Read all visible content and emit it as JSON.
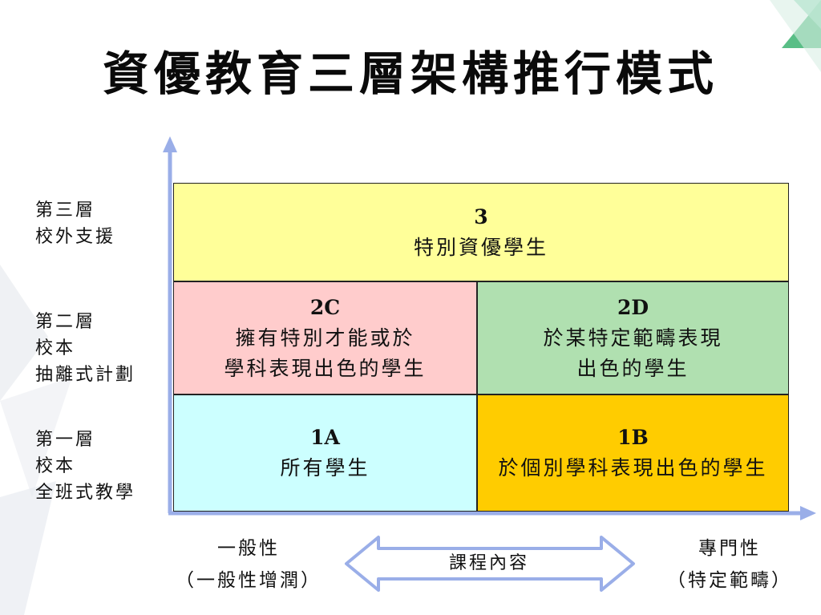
{
  "title": "資優教育三層架構推行模式",
  "tiers": [
    {
      "lines": [
        "第三層",
        "校外支援"
      ]
    },
    {
      "lines": [
        "第二層",
        "校本",
        "抽離式計劃"
      ]
    },
    {
      "lines": [
        "第一層",
        "校本",
        "全班式教學"
      ]
    }
  ],
  "cells": {
    "c3": {
      "code": "3",
      "lines": [
        "特別資優學生"
      ]
    },
    "c2c": {
      "code": "2C",
      "lines": [
        "擁有特別才能或於",
        "學科表現出色的學生"
      ]
    },
    "c2d": {
      "code": "2D",
      "lines": [
        "於某特定範疇表現",
        "出色的學生"
      ]
    },
    "c1a": {
      "code": "1A",
      "lines": [
        "所有學生"
      ]
    },
    "c1b": {
      "code": "1B",
      "lines": [
        "於個別學科表現出色的學生"
      ]
    }
  },
  "x_axis": {
    "left": {
      "lines": [
        "一般性",
        "（一般性增潤）"
      ]
    },
    "right": {
      "lines": [
        "專門性",
        "（特定範疇）"
      ]
    },
    "arrow_label": "課程內容"
  },
  "colors": {
    "tier3": "#ffff99",
    "tier2c": "#ffcccc",
    "tier2d": "#b0e0b0",
    "tier1a": "#ccffff",
    "tier1b": "#ffcc00",
    "axis": "#9aaee8",
    "accent": "#3cb371"
  }
}
